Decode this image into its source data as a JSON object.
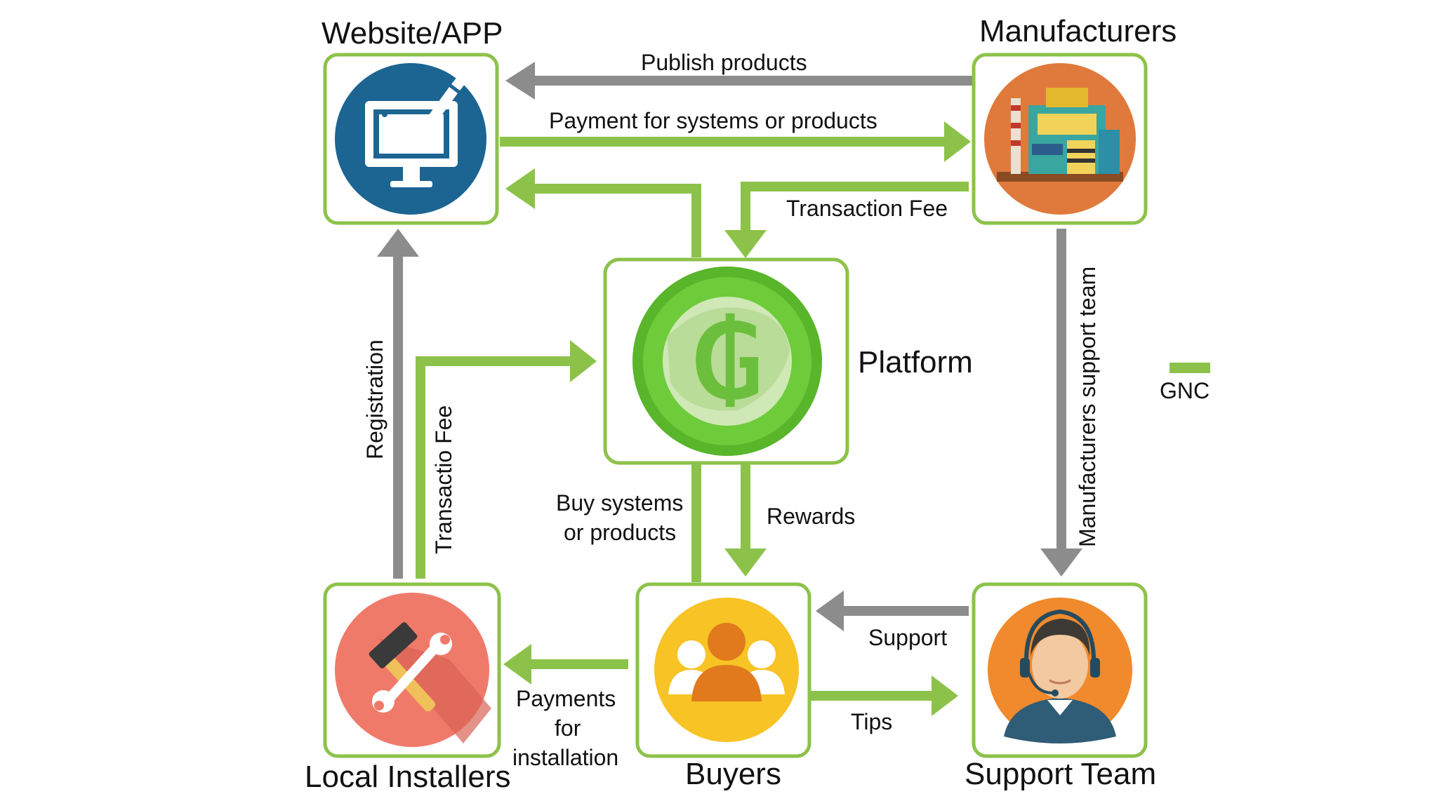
{
  "nodes": {
    "website": {
      "title": "Website/APP",
      "icon": "monitor-with-pencil-icon"
    },
    "manufacturers": {
      "title": "Manufacturers",
      "icon": "factory-icon"
    },
    "platform": {
      "title": "Platform",
      "icon": "globe-coin-icon"
    },
    "local_installers": {
      "title": "Local Installers",
      "icon": "hammer-wrench-icon"
    },
    "buyers": {
      "title": "Buyers",
      "icon": "users-group-icon"
    },
    "support_team": {
      "title": "Support Team",
      "icon": "headset-agent-icon"
    }
  },
  "edges": {
    "publish_products": {
      "label": "Publish products",
      "color": "gray"
    },
    "payment_systems": {
      "label": "Payment for systems or products",
      "color": "green"
    },
    "transaction_fee": {
      "label": "Transaction Fee",
      "color": "green"
    },
    "registration": {
      "label": "Registration",
      "color": "gray"
    },
    "transactio_fee": {
      "label": "Transactio Fee",
      "color": "green"
    },
    "manufacturers_support": {
      "label": "Manufacturers support team",
      "color": "gray"
    },
    "buy_systems": {
      "label_line1": "Buy systems",
      "label_line2": "or products",
      "color": "green"
    },
    "rewards": {
      "label": "Rewards",
      "color": "green"
    },
    "support": {
      "label": "Support",
      "color": "gray"
    },
    "tips": {
      "label": "Tips",
      "color": "green"
    },
    "payments_installation": {
      "label_line1": "Payments",
      "label_line2": "for",
      "label_line3": "installation",
      "color": "green"
    }
  },
  "legend": {
    "label": "GNC",
    "color": "#8cc24a"
  },
  "colors": {
    "green": "#8cc24a",
    "gray": "#8c8c8c",
    "node_border": "#8cc24a"
  }
}
